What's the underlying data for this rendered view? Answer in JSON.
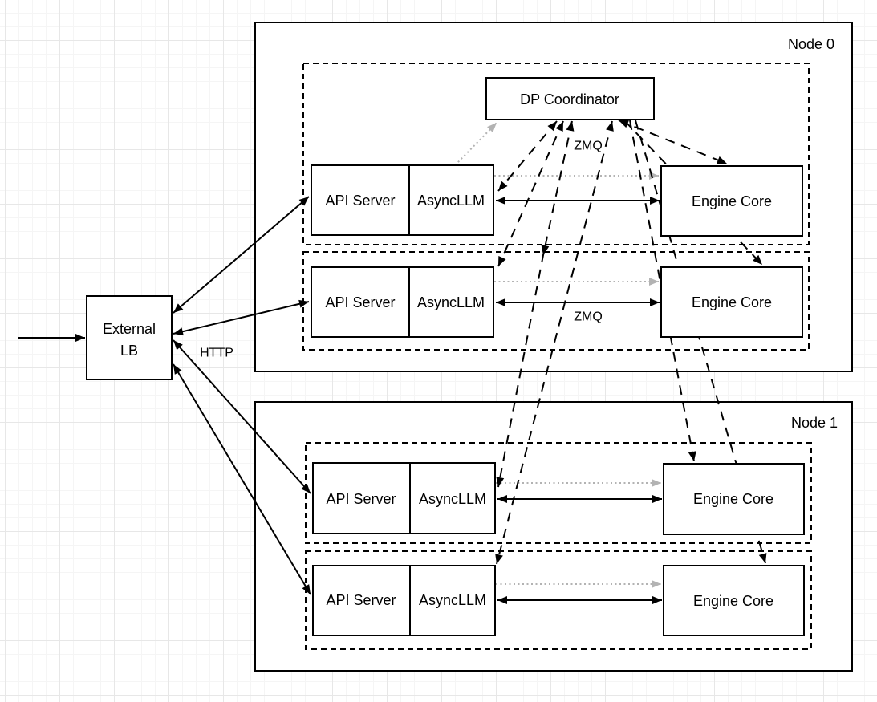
{
  "external_lb": {
    "line1": "External",
    "line2": "LB"
  },
  "edge_labels": {
    "http": "HTTP",
    "zmq_coordinator": "ZMQ",
    "zmq_engine": "ZMQ"
  },
  "coordinator": {
    "label": "DP Coordinator"
  },
  "nodes": [
    {
      "label": "Node 0",
      "ranks": [
        {
          "api": "API Server",
          "async": "AsyncLLM",
          "engine": "Engine Core"
        },
        {
          "api": "API Server",
          "async": "AsyncLLM",
          "engine": "Engine Core"
        }
      ]
    },
    {
      "label": "Node 1",
      "ranks": [
        {
          "api": "API Server",
          "async": "AsyncLLM",
          "engine": "Engine Core"
        },
        {
          "api": "API Server",
          "async": "AsyncLLM",
          "engine": "Engine Core"
        }
      ]
    }
  ],
  "colors": {
    "line": "#000000",
    "gray_arrow": "#b3b3b3",
    "box_fill": "#ffffff",
    "grid_minor": "#f5f5f5",
    "grid_major": "#e7e7e7"
  }
}
